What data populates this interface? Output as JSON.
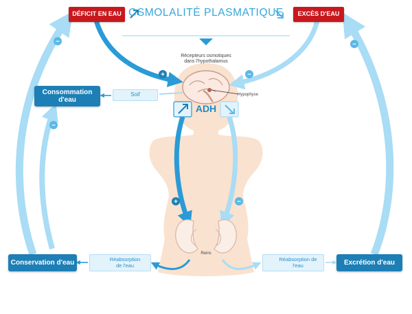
{
  "diagram": {
    "title": "OSMOLALITÉ PLASMATIQUE",
    "deficit_label": "DÉFICIT EN EAU",
    "exces_label": "EXCÈS D'EAU",
    "receptors_line1": "Récepteurs osmotiques",
    "receptors_line2": "dans l'hypothalamus",
    "hypophyse_label": "Hypophyse",
    "adh_label": "ADH",
    "soif_label": "Soif",
    "consommation_line1": "Consommation",
    "consommation_line2": "d'eau",
    "reins_label": "Reins",
    "conservation_label": "Conservation d'eau",
    "reabs_left_line1": "Réabsorption",
    "reabs_left_line2": "de l'eau",
    "reabs_right_line1": "Réabsorption de",
    "reabs_right_line2": "l'eau",
    "excretion_label": "Excrétion d'eau",
    "plus_sign": "+",
    "minus_sign": "−"
  },
  "colors": {
    "red": "#c8181e",
    "dark_blue": "#1d7fb6",
    "mid_blue": "#2a9bd6",
    "light_blue": "#a9dcf5",
    "body": "#f9e2cf"
  },
  "icons": [
    "arrow-up-right-icon",
    "arrow-down-right-icon",
    "brain-icon",
    "kidney-icon",
    "plus-icon",
    "minus-icon"
  ]
}
